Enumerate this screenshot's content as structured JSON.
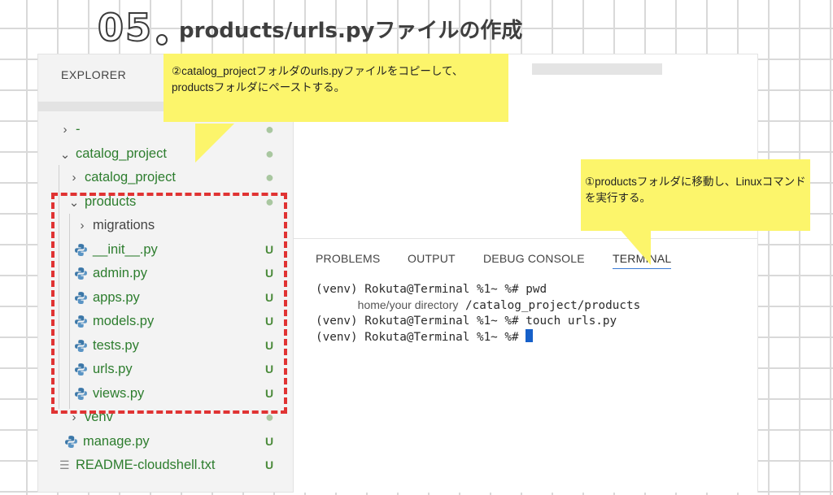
{
  "heading": {
    "number": "05",
    "title": "products/urls.pyファイルの作成"
  },
  "sidebar": {
    "title": "EXPLORER",
    "tree": [
      {
        "label": "-",
        "expanded": false,
        "type": "folder",
        "status": "●"
      },
      {
        "label": "catalog_project",
        "expanded": true,
        "type": "folder",
        "status": "●"
      },
      {
        "label": "catalog_project",
        "expanded": false,
        "type": "folder",
        "status": "●"
      },
      {
        "label": "products",
        "expanded": true,
        "type": "folder",
        "status": "●"
      },
      {
        "label": "migrations",
        "expanded": false,
        "type": "folder",
        "status": ""
      },
      {
        "label": "__init__.py",
        "type": "file",
        "status": "U"
      },
      {
        "label": "admin.py",
        "type": "file",
        "status": "U"
      },
      {
        "label": "apps.py",
        "type": "file",
        "status": "U"
      },
      {
        "label": "models.py",
        "type": "file",
        "status": "U"
      },
      {
        "label": "tests.py",
        "type": "file",
        "status": "U"
      },
      {
        "label": "urls.py",
        "type": "file",
        "status": "U"
      },
      {
        "label": "views.py",
        "type": "file",
        "status": "U"
      },
      {
        "label": "venv",
        "expanded": false,
        "type": "folder",
        "status": "●"
      },
      {
        "label": "manage.py",
        "type": "file",
        "status": "U"
      },
      {
        "label": "README-cloudshell.txt",
        "type": "text",
        "status": "U"
      }
    ]
  },
  "panel": {
    "tabs": [
      "PROBLEMS",
      "OUTPUT",
      "DEBUG CONSOLE",
      "TERMINAL"
    ],
    "active_tab": "TERMINAL",
    "terminal": {
      "line1": "(venv) Rokuta@Terminal %1~ %# pwd",
      "line2_note": "home/your directory",
      "line2_path": "/catalog_project/products",
      "line3": "(venv) Rokuta@Terminal %1~ %# touch urls.py",
      "line4": "(venv) Rokuta@Terminal %1~ %# "
    }
  },
  "callouts": {
    "copy": "②catalog_projectフォルダのurls.pyファイルをコピーして、productsフォルダにペーストする。",
    "move": "①productsフォルダに移動し、Linuxコマンドを実行する。"
  },
  "colors": {
    "callout": "#fcf56b",
    "highlight_box": "#e03333",
    "git_untracked": "#2d7d2e"
  }
}
